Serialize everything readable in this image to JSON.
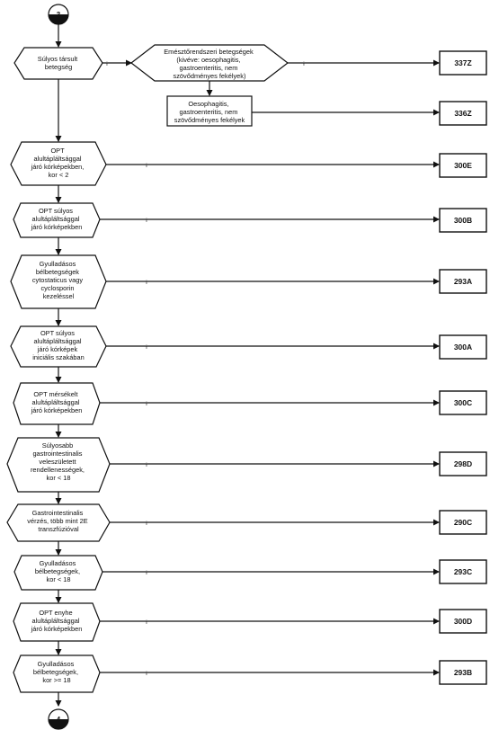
{
  "connectors": {
    "start": "3",
    "end": "4"
  },
  "tick_mark": "i",
  "nodes": [
    {
      "id": "n1",
      "lines": [
        "Súlyos társult",
        "betegség"
      ]
    },
    {
      "id": "n1b",
      "lines": [
        "Emésztőrendszeri betegségek",
        "(kivéve: oesophagitis,",
        "gastroenteritis, nem",
        "szövődményes fekélyek)"
      ]
    },
    {
      "id": "n1c",
      "lines": [
        "Oesophagitis,",
        "gastroenteritis, nem",
        "szövődményes fekélyek"
      ]
    },
    {
      "id": "n2",
      "lines": [
        "OPT",
        "alultápláltsággal",
        "járó kórképekben,",
        "kor < 2"
      ]
    },
    {
      "id": "n3",
      "lines": [
        "OPT súlyos",
        "alultápláltsággal",
        "járó kórképekben"
      ]
    },
    {
      "id": "n4",
      "lines": [
        "Gyulladásos",
        "bélbetegségek",
        "cytostaticus vagy",
        "cyclosporin",
        "kezeléssel"
      ]
    },
    {
      "id": "n5",
      "lines": [
        "OPT súlyos",
        "alultápláltsággal",
        "járó kórképek",
        "iniciális szakában"
      ]
    },
    {
      "id": "n6",
      "lines": [
        "OPT mérsékelt",
        "alultápláltsággal",
        "járó kórképekben"
      ]
    },
    {
      "id": "n7",
      "lines": [
        "Súlyosabb",
        "gastrointestinalis",
        "veleszületett",
        "rendellenességek,",
        "kor < 18"
      ]
    },
    {
      "id": "n8",
      "lines": [
        "Gastrointestinalis",
        "vérzés, több mint 2E",
        "transzfúzióval"
      ]
    },
    {
      "id": "n9",
      "lines": [
        "Gyulladásos",
        "bélbetegségek,",
        "kor < 18"
      ]
    },
    {
      "id": "n10",
      "lines": [
        "OPT enyhe",
        "alultápláltsággal",
        "járó kórképekben"
      ]
    },
    {
      "id": "n11",
      "lines": [
        "Gyulladásos",
        "bélbetegségek,",
        "kor >= 18"
      ]
    }
  ],
  "outcomes": [
    "337Z",
    "336Z",
    "300E",
    "300B",
    "293A",
    "300A",
    "300C",
    "298D",
    "290C",
    "293C",
    "300D",
    "293B"
  ]
}
